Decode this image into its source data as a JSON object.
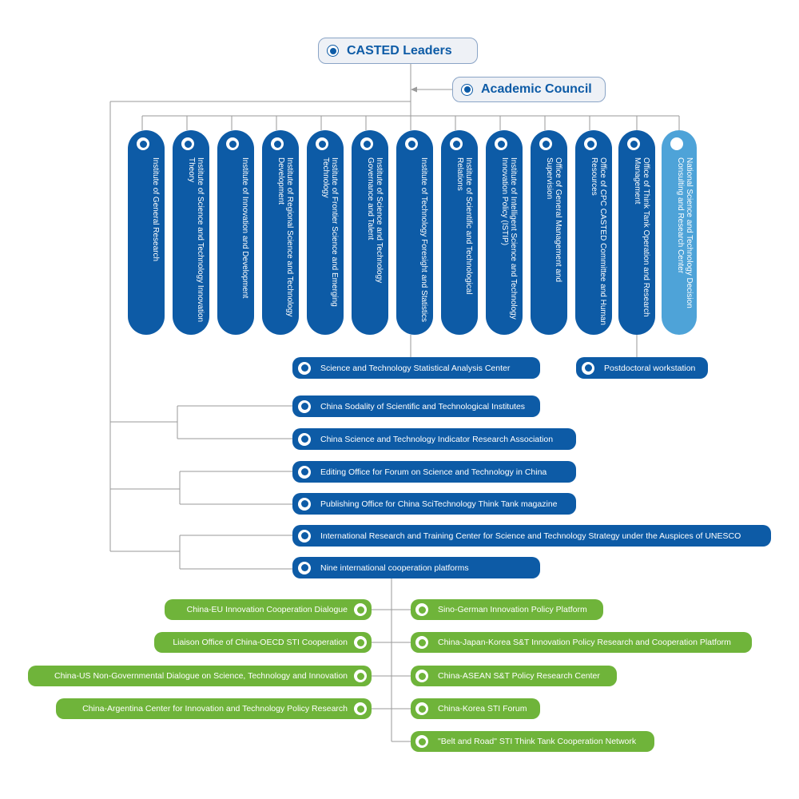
{
  "leaders": {
    "title": "CASTED Leaders"
  },
  "council": {
    "title": "Academic Council"
  },
  "institutes": [
    {
      "label": "Institute of General Research"
    },
    {
      "label": "Institute of Science and Technology Innovation Theory"
    },
    {
      "label": "Institute of Innovation and Development"
    },
    {
      "label": "Institute of Regional Science and Technology Development"
    },
    {
      "label": "Institute of Frontier Science and Emerging Technology"
    },
    {
      "label": "Institute of Science and Technology Governance and Talent"
    },
    {
      "label": "Institute of Technology Foresight and Statistics"
    },
    {
      "label": "Institute of Scientific and Technological Relations"
    },
    {
      "label": "Institute of Intelligent Science and Technology Innovation Policy (ISTIP)"
    },
    {
      "label": "Office of General Management and Supervision"
    },
    {
      "label": "Office of CPC CASTED Committee and Human Resources"
    },
    {
      "label": "Office of Think Tank Operation and Research Management"
    },
    {
      "label": "National Science and Technology Decision Consulting and Research Center"
    }
  ],
  "sub_units": {
    "stats_center": "Science and Technology Statistical Analysis Center",
    "postdoc": "Postdoctoral workstation"
  },
  "affiliates": [
    {
      "label": "China Sodality of Scientific and Technological Institutes"
    },
    {
      "label": "China Science and Technology Indicator Research Association"
    },
    {
      "label": "Editing Office for Forum on Science and Technology in China"
    },
    {
      "label": "Publishing Office for China SciTechnology Think Tank  magazine"
    },
    {
      "label": "International Research and Training Center for Science and Technology Strategy under the Auspices of UNESCO"
    },
    {
      "label": "Nine international cooperation platforms"
    }
  ],
  "platforms_left": [
    {
      "label": "China-EU Innovation Cooperation Dialogue"
    },
    {
      "label": "Liaison Office of China-OECD STI Cooperation"
    },
    {
      "label": "China-US Non-Governmental Dialogue on Science, Technology and Innovation"
    },
    {
      "label": "China-Argentina Center for Innovation and Technology Policy Research"
    }
  ],
  "platforms_right": [
    {
      "label": "Sino-German Innovation Policy Platform"
    },
    {
      "label": "China-Japan-Korea S&T Innovation Policy Research and Cooperation Platform"
    },
    {
      "label": "China-ASEAN S&T Policy Research Center"
    },
    {
      "label": "China-Korea STI Forum"
    },
    {
      "label": "\"Belt and Road\" STI Think Tank Cooperation Network"
    }
  ],
  "colors": {
    "primary_blue": "#0d5ba6",
    "light_blue": "#4ea3d8",
    "green": "#6fb43a",
    "connector": "#9a9a9a"
  }
}
